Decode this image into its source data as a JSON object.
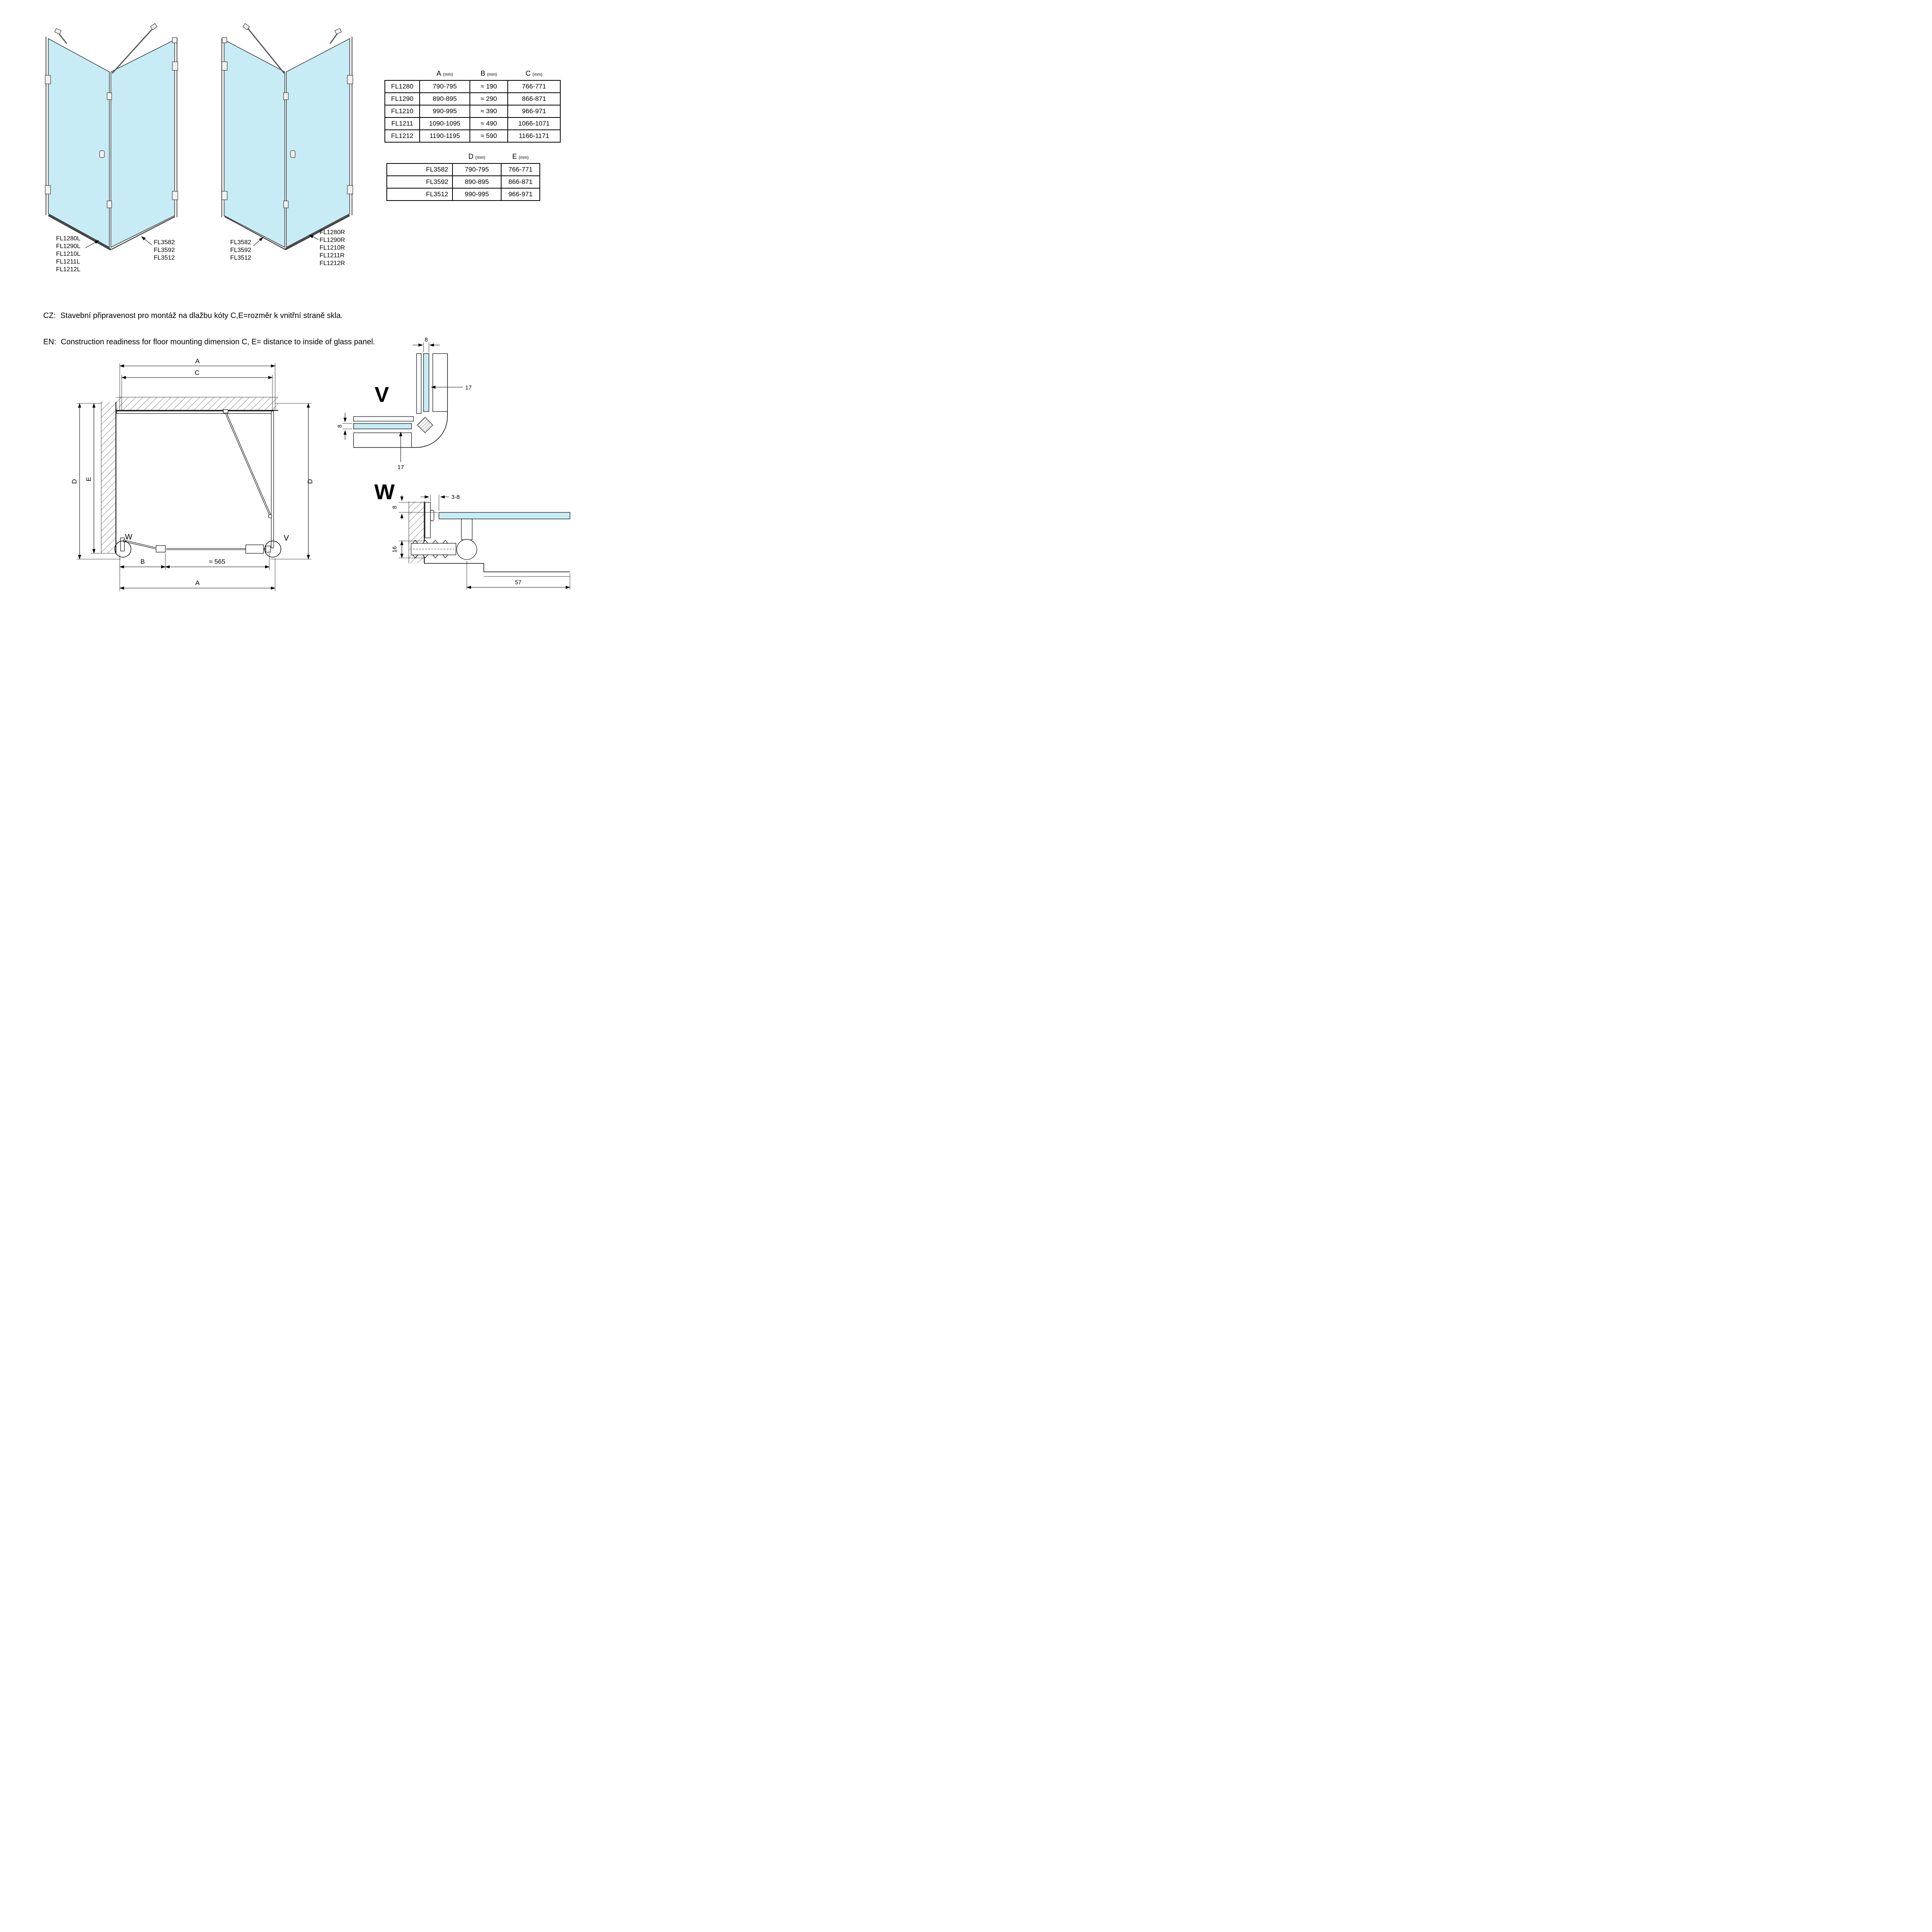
{
  "tables": {
    "abc": {
      "col_headers": [
        {
          "letter": "A",
          "unit": "(mm)"
        },
        {
          "letter": "B",
          "unit": "(mm)"
        },
        {
          "letter": "C",
          "unit": "(mm)"
        }
      ],
      "rows": [
        {
          "model": "FL1280",
          "a": "790-795",
          "b": "≈ 190",
          "c": "766-771"
        },
        {
          "model": "FL1290",
          "a": "890-895",
          "b": "≈ 290",
          "c": "866-871"
        },
        {
          "model": "FL1210",
          "a": "990-995",
          "b": "≈ 390",
          "c": "966-971"
        },
        {
          "model": "FL1211",
          "a": "1090-1095",
          "b": "≈ 490",
          "c": "1066-1071"
        },
        {
          "model": "FL1212",
          "a": "1190-1195",
          "b": "≈ 590",
          "c": "1166-1171"
        }
      ]
    },
    "de": {
      "col_headers": [
        {
          "letter": "D",
          "unit": "(mm)"
        },
        {
          "letter": "E",
          "unit": "(mm)"
        }
      ],
      "rows": [
        {
          "model": "FL3582",
          "d": "790-795",
          "e": "766-771"
        },
        {
          "model": "FL3592",
          "d": "890-895",
          "e": "866-871"
        },
        {
          "model": "FL3512",
          "d": "990-995",
          "e": "966-971"
        }
      ]
    }
  },
  "drawing_labels": {
    "left_door": [
      "FL1280L",
      "FL1290L",
      "FL1210L",
      "FL1211L",
      "FL1212L"
    ],
    "left_side": [
      "FL3582",
      "FL3592",
      "FL3512"
    ],
    "right_side": [
      "FL3582",
      "FL3592",
      "FL3512"
    ],
    "right_door": [
      "FL1280R",
      "FL1290R",
      "FL1210R",
      "FL1211R",
      "FL1212R"
    ]
  },
  "notes": {
    "cz_prefix": "CZ:",
    "cz_text": "Stavební připravenost pro montáž na dlažbu kóty C,E=rozměr k vnitřní straně skla.",
    "en_prefix": "EN:",
    "en_text": "Construction readiness for floor mounting dimension C, E= distance to inside of glass panel."
  },
  "plan_dims": {
    "a_top": "A",
    "c": "C",
    "d_left": "D",
    "e": "E",
    "d_right": "D",
    "b": "B",
    "door_width": "≈ 565",
    "a_bottom": "A",
    "w": "W",
    "v": "V"
  },
  "detail_v": {
    "letter": "V",
    "glass_thickness_top": "8",
    "offset_right": "17",
    "glass_thickness_left": "8",
    "offset_bottom": "17"
  },
  "detail_w": {
    "letter": "W",
    "gap_top": "3-8",
    "dim_left_upper": "8",
    "dim_left_lower": "16",
    "dim_bottom": "57"
  },
  "colors": {
    "glass": "#c8ecf6",
    "line": "#000000"
  }
}
